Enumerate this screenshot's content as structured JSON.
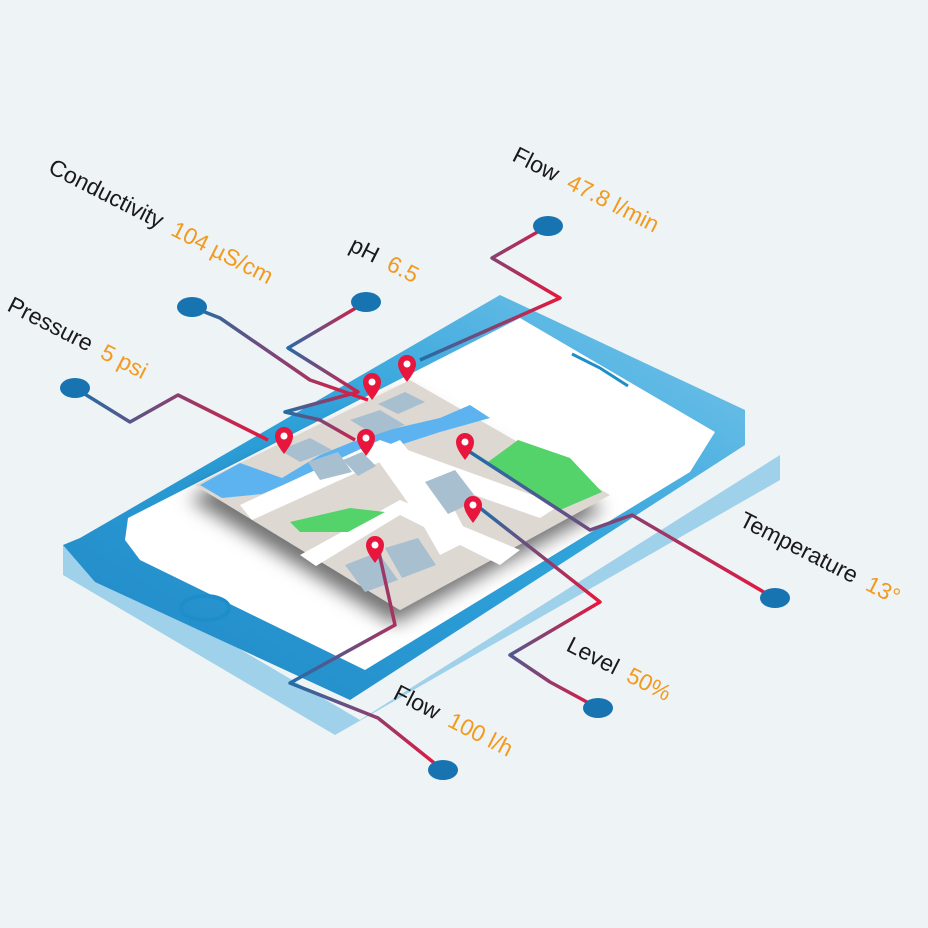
{
  "colors": {
    "background": "#eef3f6",
    "phone_body": "#1e8ecb",
    "phone_side": "#9fd1ea",
    "screen": "#ffffff",
    "label_text": "#1a1a1a",
    "value_text": "#f39a1e",
    "line_start": "#1f6fa8",
    "line_end": "#e8163c",
    "pin": "#e8163c",
    "node": "#1774b0",
    "map_base": "#ddd8d2",
    "map_road": "#ffffff",
    "map_block": "#a8bfd0",
    "map_park": "#55d36b",
    "map_water": "#5cb3f0"
  },
  "sensors": [
    {
      "id": "conductivity",
      "name": "Conductivity",
      "value": "104 µS/cm"
    },
    {
      "id": "ph",
      "name": "pH",
      "value": "6.5"
    },
    {
      "id": "pressure",
      "name": "Pressure",
      "value": "5 psi"
    },
    {
      "id": "flow-top",
      "name": "Flow",
      "value": "47.8 l/min"
    },
    {
      "id": "temperature",
      "name": "Temperature",
      "value": "13°"
    },
    {
      "id": "level",
      "name": "Level",
      "value": "50%"
    },
    {
      "id": "flow-bottom",
      "name": "Flow",
      "value": "100 l/h"
    }
  ],
  "icons": [
    "location-pin-icon",
    "smartphone-icon",
    "home-button-icon",
    "map-icon"
  ]
}
